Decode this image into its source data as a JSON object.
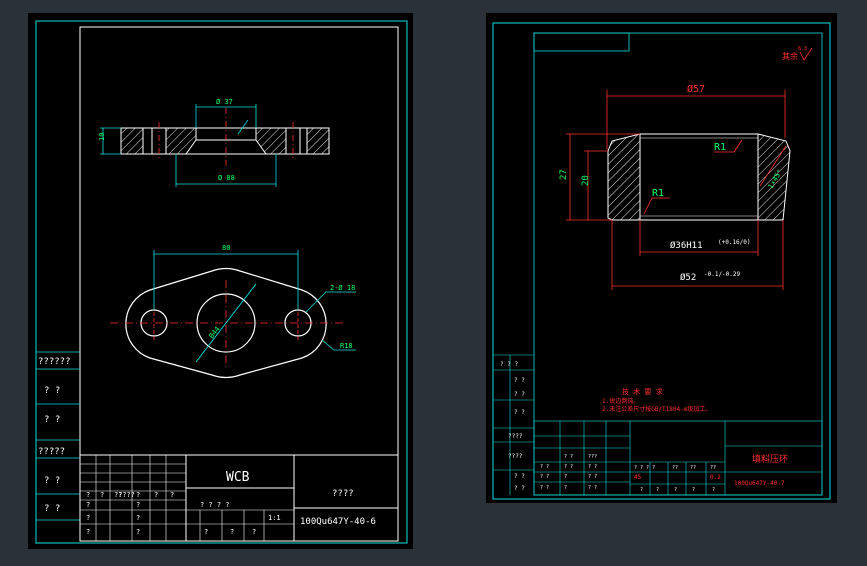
{
  "left_sheet": {
    "material": "WCB",
    "title_placeholder": "????",
    "drawing_number": "100Qu647Y-40-6",
    "scale": "1:1",
    "side_labels": [
      "??????",
      "?  ?",
      "?  ?",
      "?????",
      "?  ?",
      "?  ?"
    ],
    "title_block_marks": [
      "?",
      "?",
      "??",
      "?",
      "?",
      "????",
      "?",
      "?",
      "?",
      "?",
      "?",
      "? ? ? ?",
      "?",
      "?",
      "?",
      "?",
      "?"
    ],
    "top_view": {
      "dim_inner": "Ø 37",
      "dim_outer": "Ø 88",
      "dim_thickness": "10"
    },
    "front_view": {
      "dim_center_distance": "80",
      "dim_holes": "2-Ø 18",
      "dim_radius": "R18",
      "dim_diameter": "Ø44"
    }
  },
  "right_sheet": {
    "part_name": "填料压环",
    "drawing_number": "100Qu647Y-40-7",
    "surface_note": "其余",
    "roughness": "6.3",
    "tech_title": "技 术 要 求",
    "tech_lines": [
      "1.锐边倒钝。",
      "2.未注公差尺寸按GB/T1804-m级加工。"
    ],
    "dims": {
      "d57": "Ø57",
      "h27": "27",
      "h20": "20",
      "r1_top": "R1",
      "r1_bottom": "R1",
      "chamfer": "1×45°",
      "bore": "Ø36H11",
      "bore_tol": "(+0.16/0)",
      "outer": "Ø52",
      "outer_tol": "-0.1/-0.29"
    },
    "side_labels": [
      "? ? ?",
      "? ?",
      "? ?",
      "? ?",
      "????",
      "????",
      "? ?",
      "? ?"
    ],
    "title_block_marks": [
      "? ?",
      "? ?",
      "? ?",
      "? ?",
      "? ?",
      "???",
      "? ?",
      "? ?",
      "? ?",
      "? ? ? ?",
      "??",
      "??",
      "??",
      "?",
      "?",
      "?",
      "?",
      "?",
      "?",
      "?"
    ],
    "material_marks": [
      "45",
      "0.2"
    ]
  }
}
